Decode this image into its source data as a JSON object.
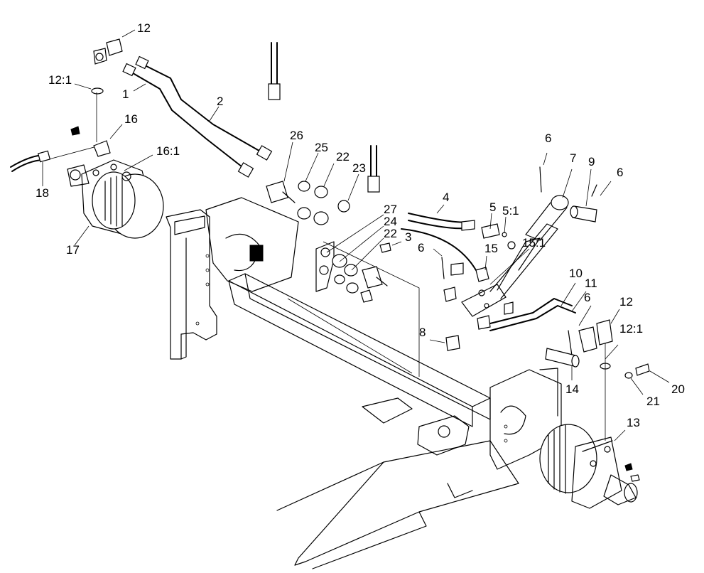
{
  "callouts": [
    {
      "id": "c-12-top",
      "text": "12"
    },
    {
      "id": "c-12-1-left",
      "text": "12:1"
    },
    {
      "id": "c-1",
      "text": "1"
    },
    {
      "id": "c-2",
      "text": "2"
    },
    {
      "id": "c-16",
      "text": "16"
    },
    {
      "id": "c-16-1",
      "text": "16:1"
    },
    {
      "id": "c-18",
      "text": "18"
    },
    {
      "id": "c-17",
      "text": "17"
    },
    {
      "id": "c-26",
      "text": "26"
    },
    {
      "id": "c-25",
      "text": "25"
    },
    {
      "id": "c-22-top",
      "text": "22"
    },
    {
      "id": "c-23",
      "text": "23"
    },
    {
      "id": "c-27",
      "text": "27"
    },
    {
      "id": "c-24",
      "text": "24"
    },
    {
      "id": "c-22-mid",
      "text": "22"
    },
    {
      "id": "c-3",
      "text": "3"
    },
    {
      "id": "c-4",
      "text": "4"
    },
    {
      "id": "c-5",
      "text": "5"
    },
    {
      "id": "c-5-1",
      "text": "5:1"
    },
    {
      "id": "c-6-left",
      "text": "6"
    },
    {
      "id": "c-15",
      "text": "15"
    },
    {
      "id": "c-15-1",
      "text": "15:1"
    },
    {
      "id": "c-6-top",
      "text": "6"
    },
    {
      "id": "c-7",
      "text": "7"
    },
    {
      "id": "c-9",
      "text": "9"
    },
    {
      "id": "c-6-right",
      "text": "6"
    },
    {
      "id": "c-10",
      "text": "10"
    },
    {
      "id": "c-11",
      "text": "11"
    },
    {
      "id": "c-6-low",
      "text": "6"
    },
    {
      "id": "c-12-right",
      "text": "12"
    },
    {
      "id": "c-12-1-right",
      "text": "12:1"
    },
    {
      "id": "c-8",
      "text": "8"
    },
    {
      "id": "c-14",
      "text": "14"
    },
    {
      "id": "c-20",
      "text": "20"
    },
    {
      "id": "c-21",
      "text": "21"
    },
    {
      "id": "c-13",
      "text": "13"
    }
  ],
  "colors": {
    "ink": "#000000",
    "paper": "#ffffff"
  }
}
